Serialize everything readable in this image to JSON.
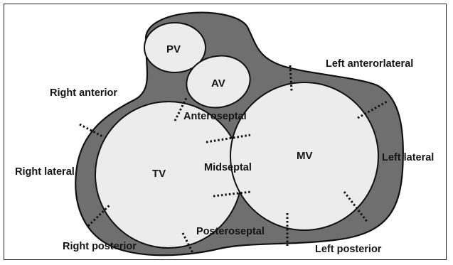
{
  "colors": {
    "annulus": "#6f6f6f",
    "valve": "#ececec",
    "outline": "#111111",
    "background": "#ffffff",
    "text": "#141414"
  },
  "valves": {
    "pv": "PV",
    "av": "AV",
    "tv": "TV",
    "mv": "MV"
  },
  "regions": {
    "right_anterior": "Right anterior",
    "right_lateral": "Right lateral",
    "right_posterior": "Right posterior",
    "anteroseptal": "Anteroseptal",
    "midseptal": "Midseptal",
    "posteroseptal": "Posteroseptal",
    "left_anterolateral": "Left anterorlateral",
    "left_lateral": "Left lateral",
    "left_posterior": "Left posterior"
  }
}
